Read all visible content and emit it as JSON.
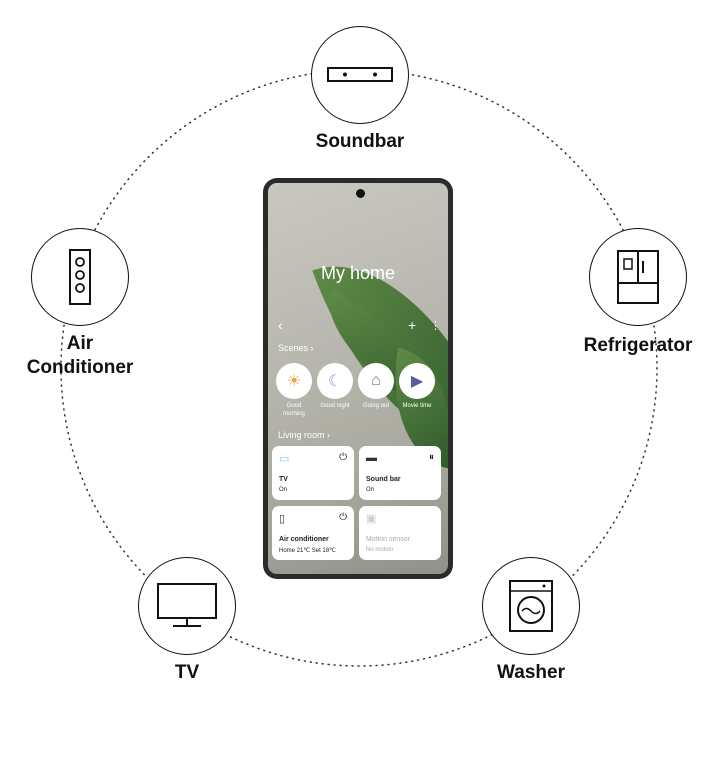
{
  "devices": {
    "soundbar": "Soundbar",
    "refrigerator": "Refrigerator",
    "washer": "Washer",
    "tv": "TV",
    "air_conditioner_1": "Air",
    "air_conditioner_2": "Conditioner"
  },
  "app": {
    "title": "My home",
    "scenes_label": "Scenes ›",
    "room_label": "Living room ›",
    "scenes": [
      {
        "label": "Good morning"
      },
      {
        "label": "Good night"
      },
      {
        "label": "Going out"
      },
      {
        "label": "Movie time"
      }
    ],
    "cards": [
      {
        "name": "TV",
        "status": "On"
      },
      {
        "name": "Sound bar",
        "status": "On"
      },
      {
        "name": "Air conditioner",
        "status": "Home 21℃  Set 18℃"
      },
      {
        "name": "Motion sensor",
        "status": "No motion"
      }
    ]
  }
}
